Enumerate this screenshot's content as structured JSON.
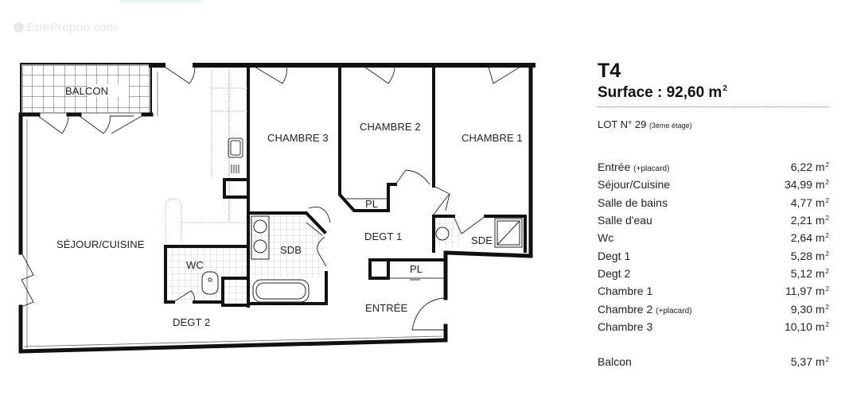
{
  "watermark": {
    "text": "EtreProprio.com",
    "icon": "logo-circle-icon"
  },
  "plan": {
    "labels": {
      "balcon": "BALCON",
      "chambre3": "CHAMBRE 3",
      "chambre2": "CHAMBRE 2",
      "chambre1": "CHAMBRE 1",
      "sejour": "SÉJOUR/CUISINE",
      "wc": "WC",
      "sdb": "SDB",
      "degt1": "DEGT 1",
      "degt2": "DEGT 2",
      "pl_chambre2": "PL",
      "pl_entree": "PL",
      "sde": "SDE",
      "entree": "ENTRÉE"
    }
  },
  "info": {
    "type": "T4",
    "surface_label": "Surface : 92,60 m",
    "surface_unit_sup": "2",
    "lot": "LOT N° 29",
    "lot_floor_small": "(3ème étage)",
    "unit": "m",
    "unit_sup": "2",
    "rooms": [
      {
        "name": "Entrée",
        "note": "(+placard)",
        "value": "6,22"
      },
      {
        "name": "Séjour/Cuisine",
        "note": "",
        "value": "34,99"
      },
      {
        "name": "Salle de bains",
        "note": "",
        "value": "4,77"
      },
      {
        "name": "Salle d'eau",
        "note": "",
        "value": "2,21"
      },
      {
        "name": "Wc",
        "note": "",
        "value": "2,64"
      },
      {
        "name": "Degt 1",
        "note": "",
        "value": "5,28"
      },
      {
        "name": "Degt 2",
        "note": "",
        "value": "5,12"
      },
      {
        "name": "Chambre 1",
        "note": "",
        "value": "11,97"
      },
      {
        "name": "Chambre 2",
        "note": "(+placard)",
        "value": "9,30"
      },
      {
        "name": "Chambre 3",
        "note": "",
        "value": "10,10"
      }
    ],
    "extra": [
      {
        "name": "Balcon",
        "note": "",
        "value": "5,37"
      }
    ]
  },
  "colors": {
    "wall": "#111111",
    "tile": "#c9c9c9",
    "text": "#222222"
  }
}
